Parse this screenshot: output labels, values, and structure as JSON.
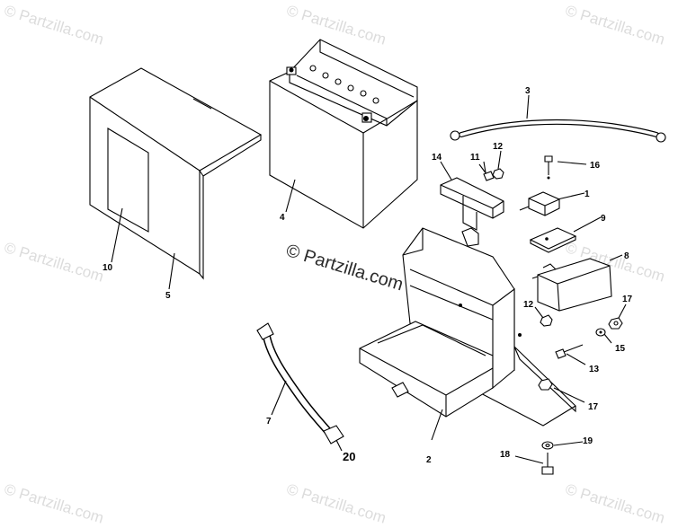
{
  "watermark": {
    "text": "© Partzilla.com",
    "main_text": "© Partzilla.com"
  },
  "callouts": {
    "c1": "1",
    "c2": "2",
    "c3": "3",
    "c4": "4",
    "c5": "5",
    "c7": "7",
    "c8": "8",
    "c9": "9",
    "c10": "10",
    "c11": "11",
    "c12a": "12",
    "c12b": "12",
    "c13": "13",
    "c14": "14",
    "c15": "15",
    "c16": "16",
    "c17a": "17",
    "c17b": "17",
    "c18": "18",
    "c19": "19",
    "c20": "20"
  }
}
